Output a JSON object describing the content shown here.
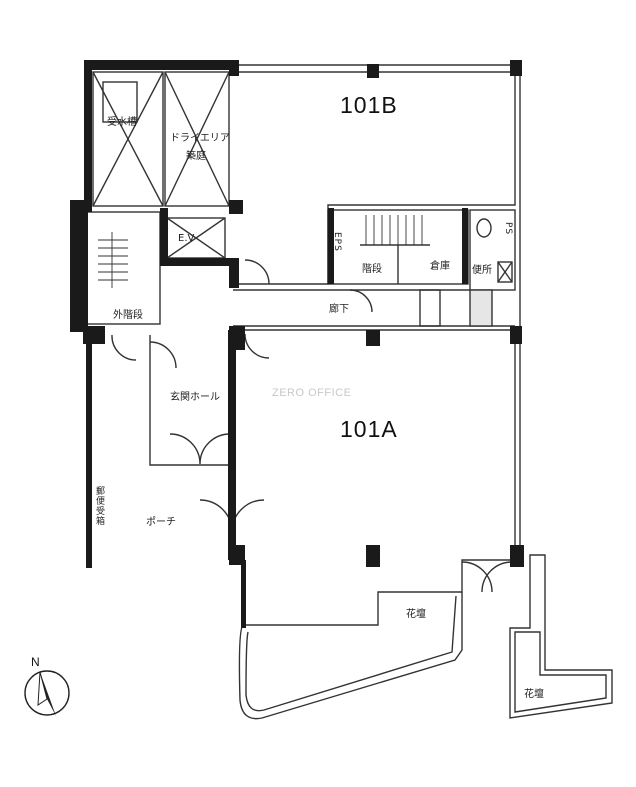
{
  "rooms": {
    "unit_b": "101B",
    "unit_a": "101A",
    "water_tank": "受水槽",
    "dry_area": "ドライエリア",
    "dry_area_sub": "築庭",
    "elevator": "E.V",
    "ps_right": "PS",
    "ps_left": "EPS",
    "stairs": "階段",
    "storage": "倉庫",
    "toilet": "便所",
    "corridor": "廊下",
    "ext_stairs": "外階段",
    "entrance_hall": "玄関ホール",
    "porch": "ポーチ",
    "mailbox": "郵便受箱",
    "planter_1": "花壇",
    "planter_2": "花壇"
  },
  "watermark": "ZERO OFFICE",
  "compass": {
    "north": "N"
  },
  "colors": {
    "wall": "#1a1a1a",
    "line": "#333333",
    "background": "#ffffff"
  }
}
